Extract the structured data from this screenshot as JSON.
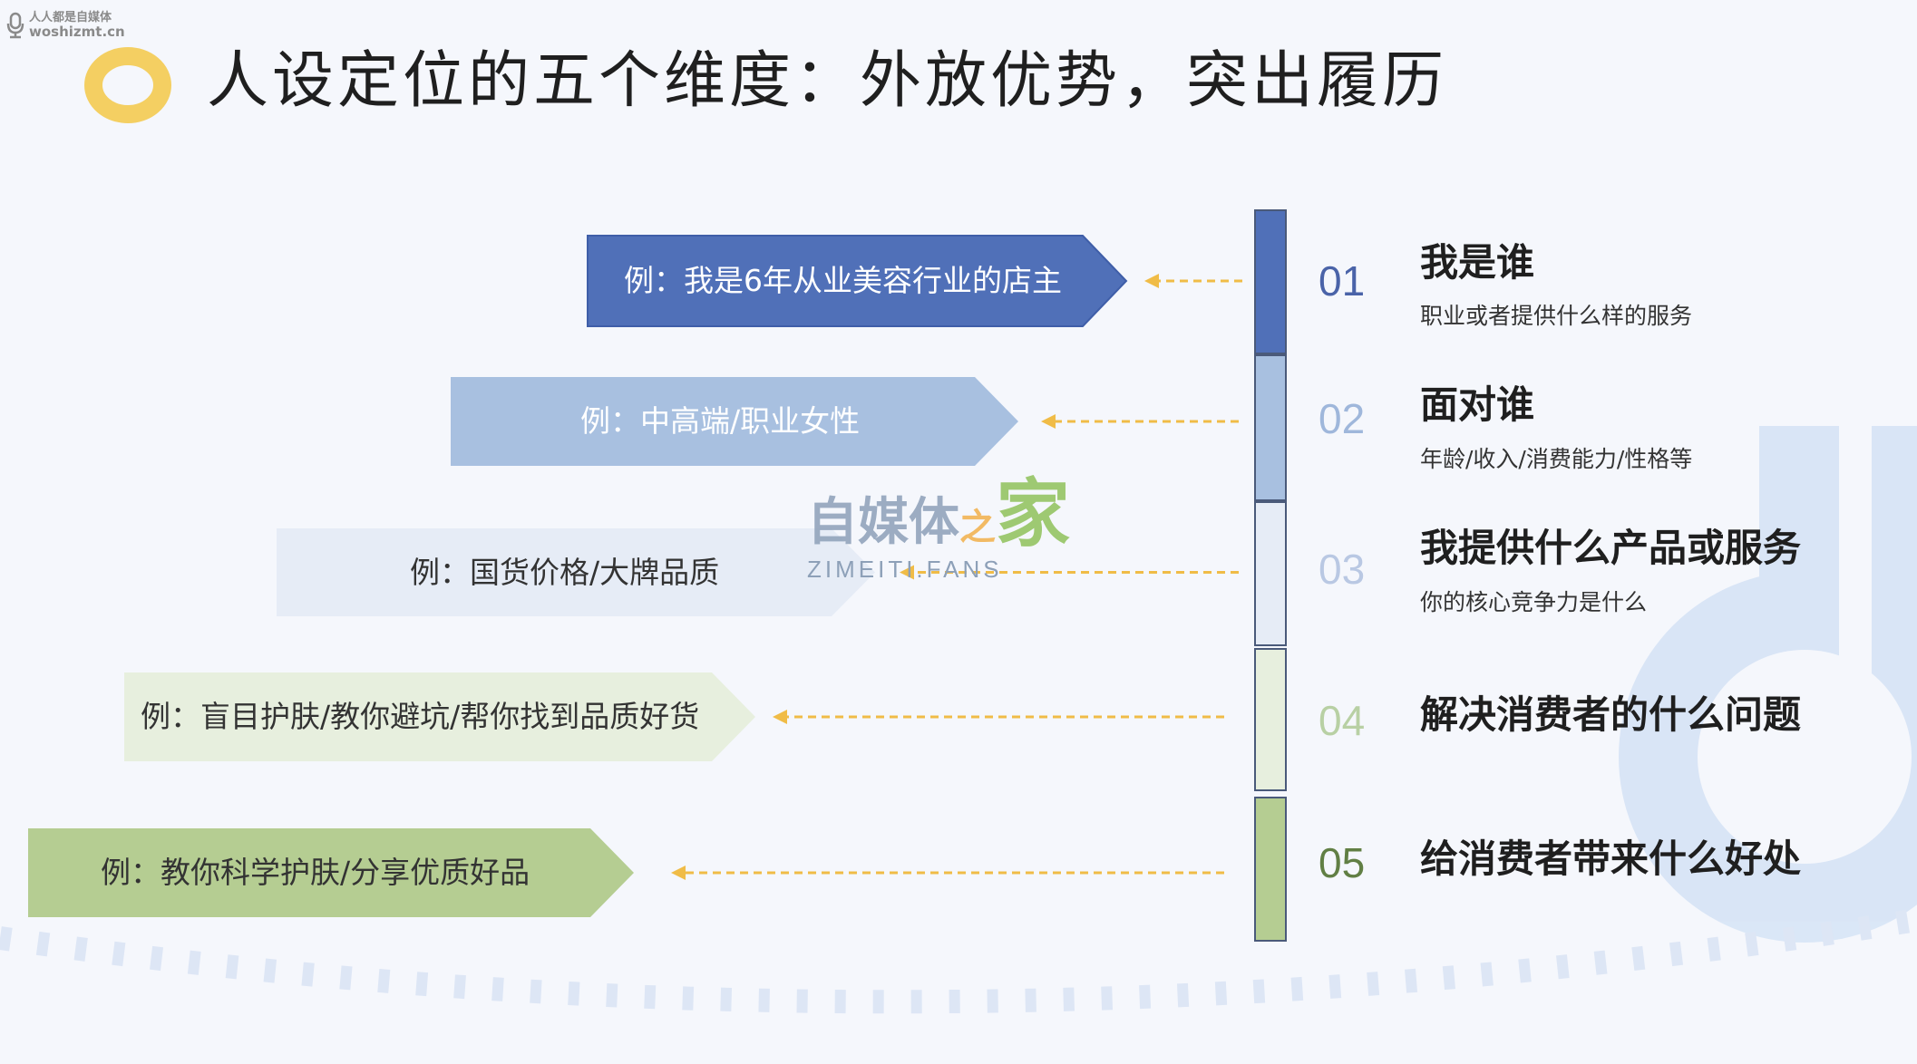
{
  "site_logo": {
    "line1": "人人都是自媒体",
    "line2": "woshizmt.cn"
  },
  "title": "人设定位的五个维度：外放优势，突出履历",
  "watermark": {
    "main": "自媒体",
    "zhi": "之",
    "jia": "家",
    "sub": "ZIMEITI.FANS"
  },
  "dimensions": [
    {
      "num": "01",
      "title": "我是谁",
      "subtitle": "职业或者提供什么样的服务",
      "example": "例：我是6年从业美容行业的店主",
      "color": "#5070b8",
      "text_color": "#ffffff",
      "num_color": "#4a63a8"
    },
    {
      "num": "02",
      "title": "面对谁",
      "subtitle": "年龄/收入/消费能力/性格等",
      "example": "例：中高端/职业女性",
      "color": "#a8c0e0",
      "text_color": "#ffffff",
      "num_color": "#9fb7db"
    },
    {
      "num": "03",
      "title": "我提供什么产品或服务",
      "subtitle": "你的核心竞争力是什么",
      "example": "例：国货价格/大牌品质",
      "color": "#e6ecf6",
      "text_color": "#333333",
      "num_color": "#b9c8e3"
    },
    {
      "num": "04",
      "title": "解决消费者的什么问题",
      "subtitle": "",
      "example": "例：盲目护肤/教你避坑/帮你找到品质好货",
      "color": "#e7efde",
      "text_color": "#333333",
      "num_color": "#b8d0a4"
    },
    {
      "num": "05",
      "title": "给消费者带来什么好处",
      "subtitle": "",
      "example": "例：教你科学护肤/分享优质好品",
      "color": "#b5cd92",
      "text_color": "#333333",
      "num_color": "#617f44"
    }
  ],
  "colors": {
    "accent_ring": "#f4cf62",
    "arrow_line": "#f0bc47",
    "bar_border": "#4a5a7a"
  }
}
